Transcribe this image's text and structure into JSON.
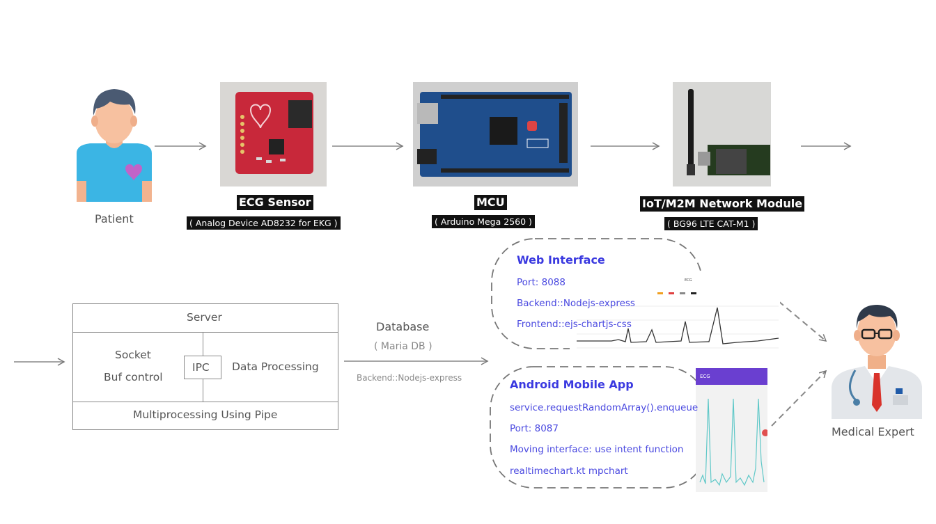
{
  "top_row": {
    "patient_label": "Patient",
    "ecg": {
      "title": "ECG Sensor",
      "subtitle": "( Analog Device AD8232 for EKG )"
    },
    "mcu": {
      "title": "MCU",
      "subtitle": "( Arduino Mega 2560 )"
    },
    "network": {
      "title": "IoT/M2M Network Module",
      "subtitle": "( BG96 LTE CAT-M1 )"
    }
  },
  "server": {
    "header": "Server",
    "socket": "Socket",
    "buf_control": "Buf control",
    "ipc": "IPC",
    "data_processing": "Data Processing",
    "footer": "Multiprocessing Using Pipe"
  },
  "database": {
    "label": "Database",
    "sub": "( Maria DB )",
    "backend": "Backend::Nodejs-express"
  },
  "web_interface": {
    "title": "Web Interface",
    "port": "Port: 8088",
    "backend": "Backend::Nodejs-express",
    "frontend": "Frontend::ejs-chartjs-css"
  },
  "android_app": {
    "title": "Android Mobile App",
    "service": "service.requestRandomArray().enqueue",
    "port": "Port: 8087",
    "moving": "Moving interface: use intent function",
    "chart": "realtimechart.kt mpchart"
  },
  "expert_label": "Medical Expert",
  "web_chart_title": "ECG",
  "app_bar_title": "ECG",
  "colors": {
    "accent_blue": "#3a39e0",
    "pcb_red": "#c8283a",
    "pcb_blue": "#1f4e8c",
    "app_bar": "#6a3fd0",
    "chart_teal": "#5fc8c8"
  }
}
